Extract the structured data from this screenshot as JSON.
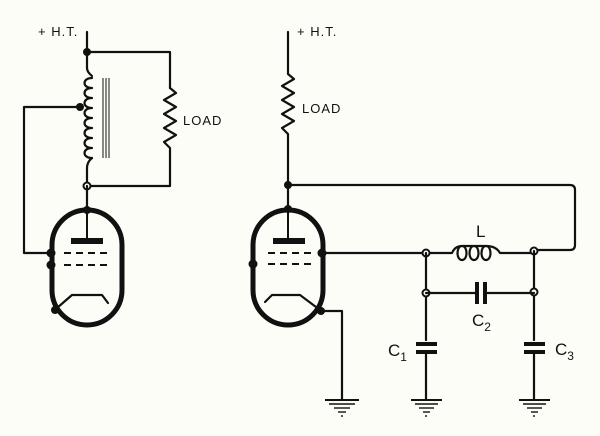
{
  "diagram": {
    "type": "circuit-schematic",
    "background_color": "#fdfdf8",
    "ink_color": "#111111",
    "left_circuit": {
      "description": "Hartley-style oscillator with tapped inductor and parallel load",
      "supply_label": "+ H.T.",
      "load_label": "LOAD",
      "components": [
        "tapped-inductor-with-iron-core",
        "load-resistor",
        "triode-valve"
      ]
    },
    "right_circuit": {
      "description": "Colpitts/Clapp-style oscillator with pi network",
      "supply_label": "+ H.T.",
      "load_label": "LOAD",
      "inductor_label": "L",
      "capacitors": [
        {
          "name": "C",
          "subscript": "1"
        },
        {
          "name": "C",
          "subscript": "2"
        },
        {
          "name": "C",
          "subscript": "3"
        }
      ],
      "components": [
        "load-resistor",
        "triode-valve",
        "inductor",
        "capacitor-c1",
        "capacitor-c2",
        "capacitor-c3",
        "ground",
        "ground",
        "ground"
      ]
    }
  }
}
